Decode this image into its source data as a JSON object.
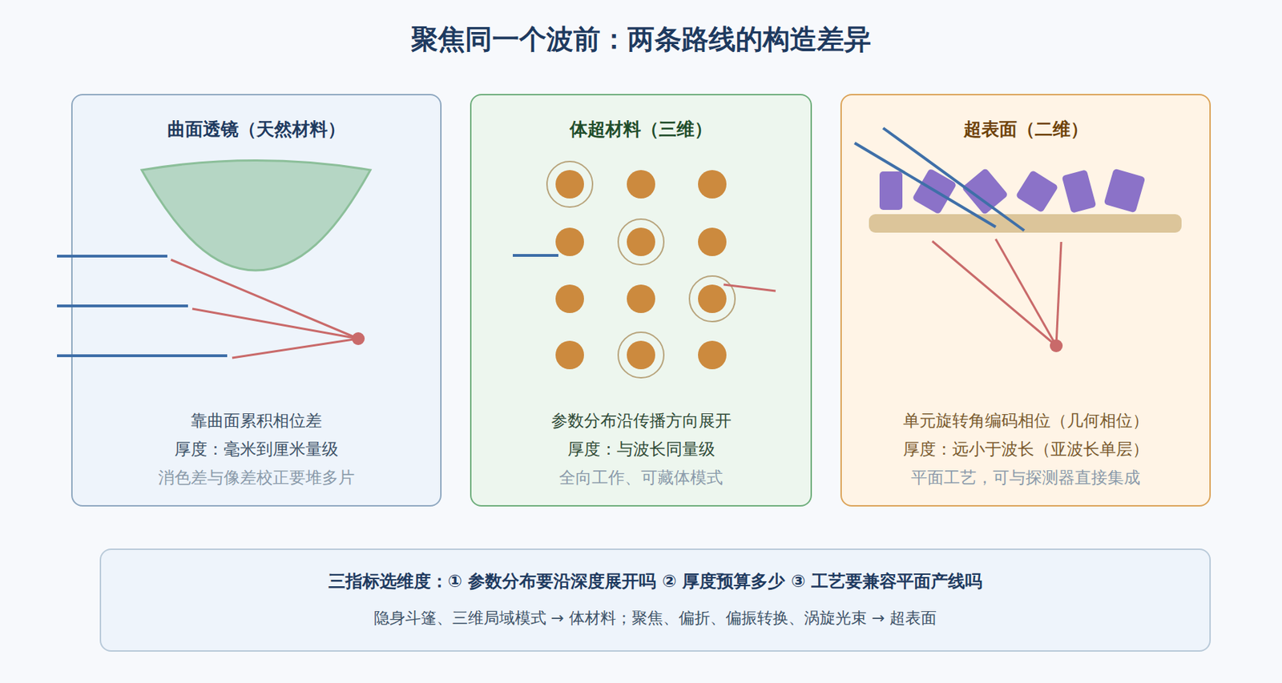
{
  "diagram": {
    "title": "聚焦同一个波前：两条路线的构造差异",
    "nodes": [
      {
        "text": [
          "曲面透镜（天然材料）",
          "靠曲面累积相位差",
          "厚度：毫米到厘米量级",
          "消色差与像差校正要堆多片"
        ]
      },
      {
        "text": [
          "体超材料（三维）",
          "参数分布沿传播方向展开",
          "厚度：与波长同量级",
          "全向工作、可藏体模式"
        ]
      },
      {
        "text": [
          "超表面（二维）",
          "单元旋转角编码相位（几何相位）",
          "厚度：远小于波长（亚波长单层）",
          "平面工艺，可与探测器直接集成"
        ]
      },
      {
        "text": [
          "三指标选维度：① 参数分布要沿深度展开吗 ② 厚度预算多少 ③ 工艺要兼容平面产线吗",
          "隐身斗篷、三维局域模式 → 体材料；聚焦、偏折、偏振转换、涡旋光束 → 超表面"
        ]
      }
    ]
  }
}
